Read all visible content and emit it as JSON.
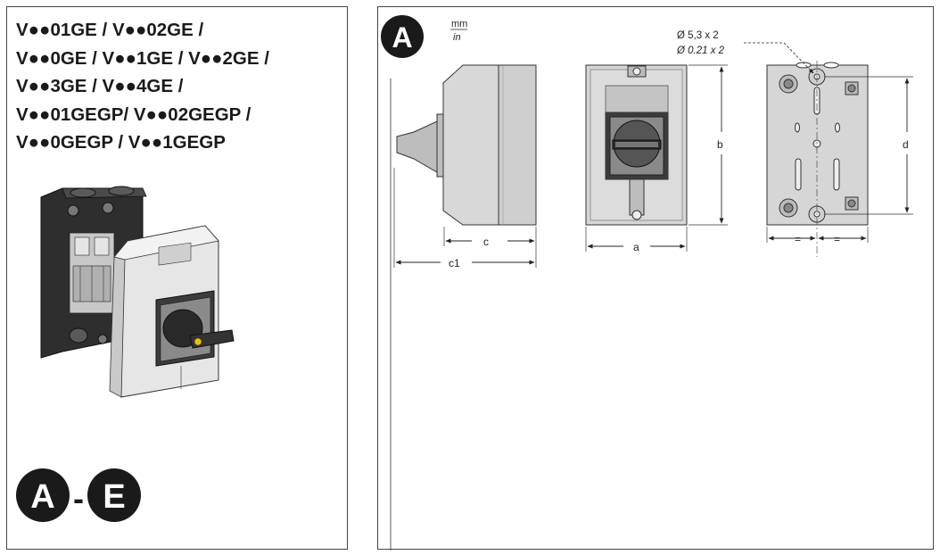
{
  "title_lines": [
    "V●●01GE / V●●02GE /",
    "V●●0GE / V●●1GE / V●●2GE /",
    "V●●3GE / V●●4GE /",
    "V●●01GEGP/ V●●02GEGP /",
    "V●●0GEGP / V●●1GEGP"
  ],
  "section_badges": {
    "from": "A",
    "separator": "-",
    "to": "E"
  },
  "drawing": {
    "badge": "A",
    "units": {
      "primary": "mm",
      "secondary": "in"
    },
    "hole_spec": {
      "metric": "Ø 5,3 x 2",
      "imperial": "Ø 0.21 x 2"
    },
    "dimensions": {
      "c": "c",
      "c1": "c1",
      "a": "a",
      "b": "b",
      "d": "d",
      "equal": "="
    }
  },
  "colors": {
    "border": "#444444",
    "badge": "#1a1a1a",
    "housing": "#d8d8d8",
    "housing_dark": "#3a3a3a"
  }
}
